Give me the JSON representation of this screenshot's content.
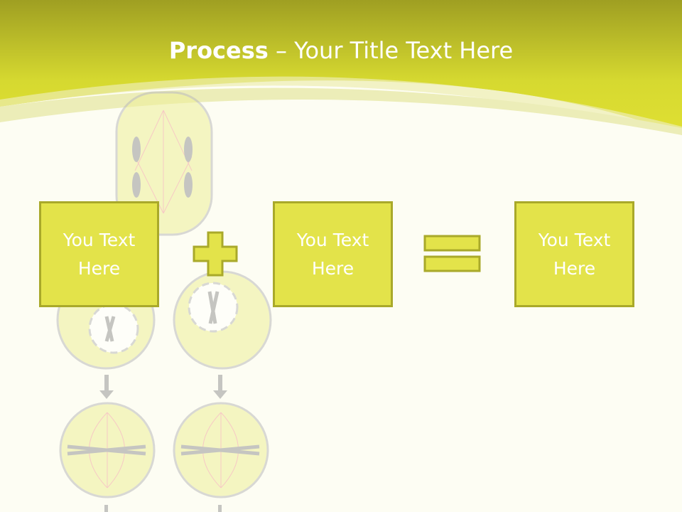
{
  "title": {
    "bold": "Process",
    "rest": " – Your Title Text Here"
  },
  "boxes": [
    {
      "label": "You Text Here"
    },
    {
      "label": "You Text Here"
    },
    {
      "label": "You Text Here"
    }
  ],
  "operators": {
    "plus": "plus-icon",
    "equals": "equals-icon"
  },
  "colors": {
    "box_fill": "#e3e34a",
    "box_border": "#a9a92a",
    "header_top": "#9f9f22",
    "header_bottom": "#dfe030",
    "background": "#fdfdf3"
  }
}
